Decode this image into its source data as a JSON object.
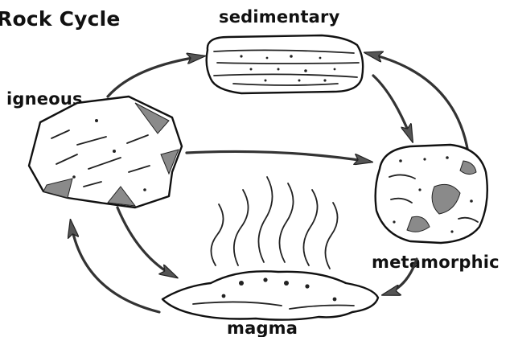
{
  "title": "Rock Cycle",
  "rocks": {
    "sedimentary": "sedimentary",
    "igneous": "igneous",
    "metamorphic": "metamorphic",
    "magma": "magma"
  },
  "colors": {
    "ink": "#111111",
    "arrow_fill": "#555555",
    "shading": "#8a8a8a",
    "background": "#ffffff"
  }
}
